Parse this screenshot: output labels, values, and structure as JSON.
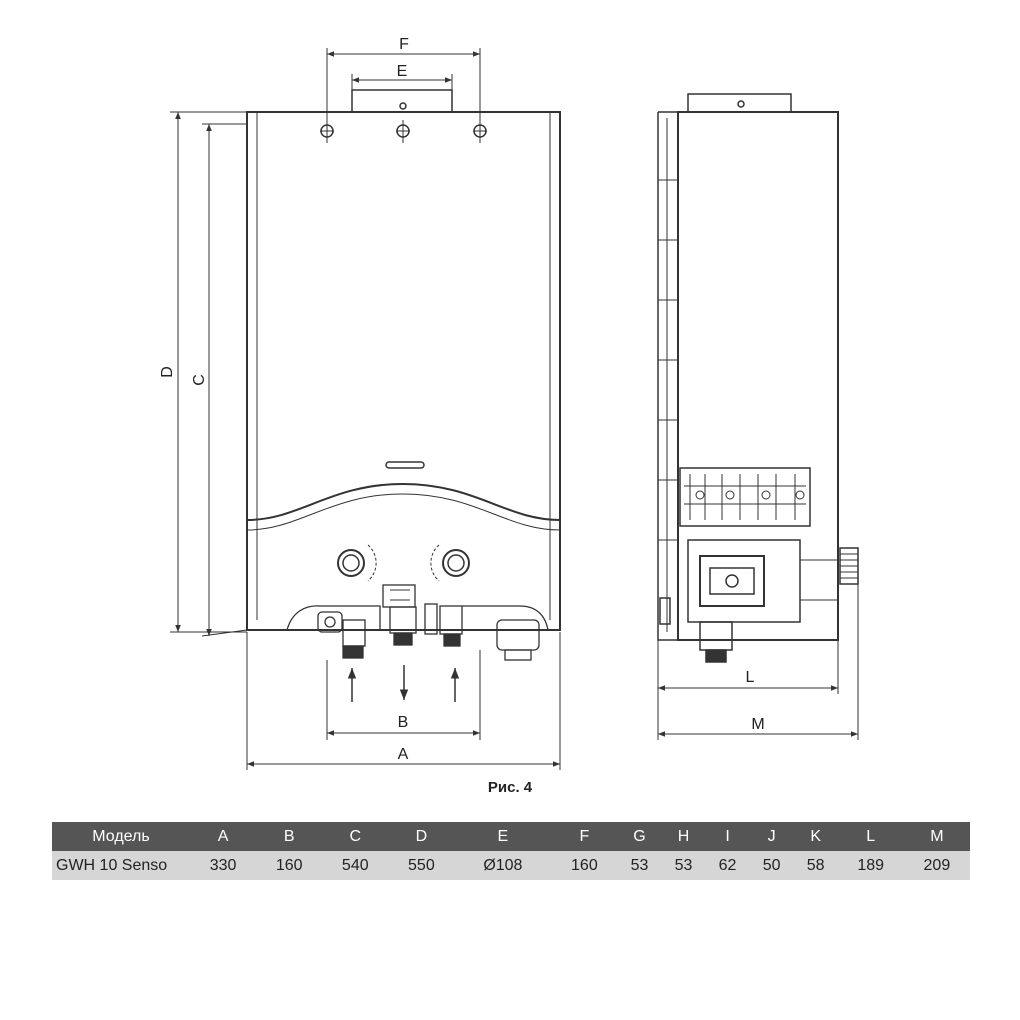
{
  "figure": {
    "caption": "Рис. 4",
    "dimension_labels": {
      "A": "A",
      "B": "B",
      "C": "C",
      "D": "D",
      "E": "E",
      "F": "F",
      "L": "L",
      "M": "M"
    }
  },
  "table": {
    "headers": [
      "Модель",
      "A",
      "B",
      "C",
      "D",
      "E",
      "F",
      "G",
      "H",
      "I",
      "J",
      "K",
      "L",
      "M"
    ],
    "rows": [
      [
        "GWH 10 Senso",
        "330",
        "160",
        "540",
        "550",
        "Ø108",
        "160",
        "53",
        "53",
        "62",
        "50",
        "58",
        "189",
        "209"
      ]
    ]
  }
}
